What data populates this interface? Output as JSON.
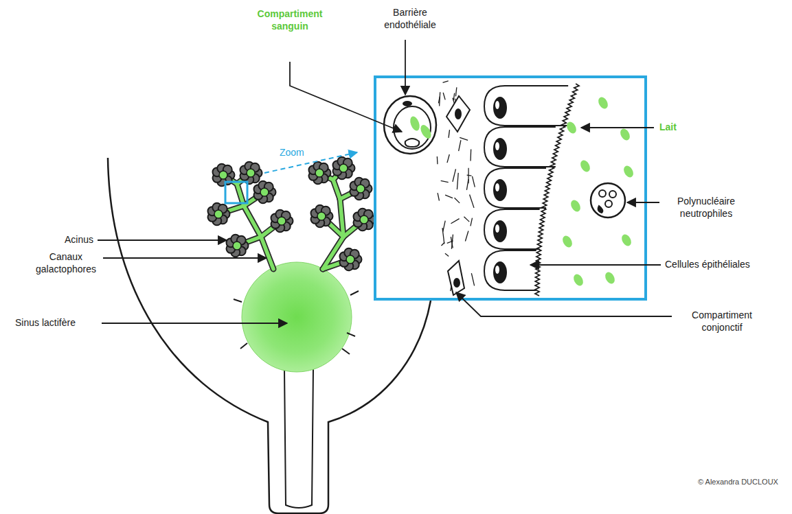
{
  "diagram": {
    "labels": [
      "Compartiment sanguin",
      "Barrière endothéliale",
      "Lait",
      "Zoom",
      "Acinus",
      "Canaux galactophores",
      "Sinus lactifère",
      "Polynucléaire neutrophiles",
      "Cellules épithéliales",
      "Compartiment conjonctif",
      "© Alexandra DUCLOUX"
    ]
  }
}
